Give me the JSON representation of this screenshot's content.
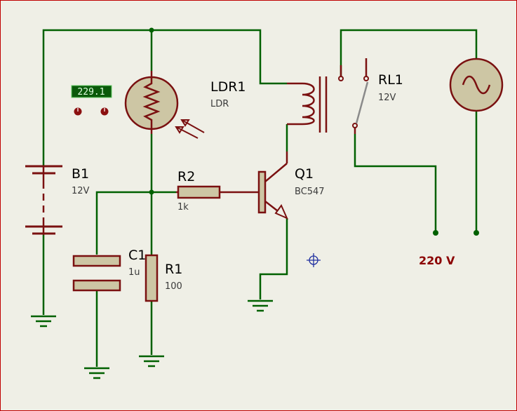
{
  "components": {
    "B1": {
      "ref": "B1",
      "value": "12V"
    },
    "LDR1": {
      "ref": "LDR1",
      "value": "LDR"
    },
    "R2": {
      "ref": "R2",
      "value": "1k"
    },
    "Q1": {
      "ref": "Q1",
      "value": "BC547"
    },
    "RL1": {
      "ref": "RL1",
      "value": "12V"
    },
    "C1": {
      "ref": "C1",
      "value": "1u"
    },
    "R1": {
      "ref": "R1",
      "value": "100"
    }
  },
  "ldr_readout": "229.1",
  "mains_label": "220 V",
  "colors": {
    "wire": "#006000",
    "component": "#7a1010",
    "component_fill": "#cdc6a4",
    "background": "#efefe6",
    "frame": "#c00000",
    "readout_bg": "#0a5a0a"
  }
}
